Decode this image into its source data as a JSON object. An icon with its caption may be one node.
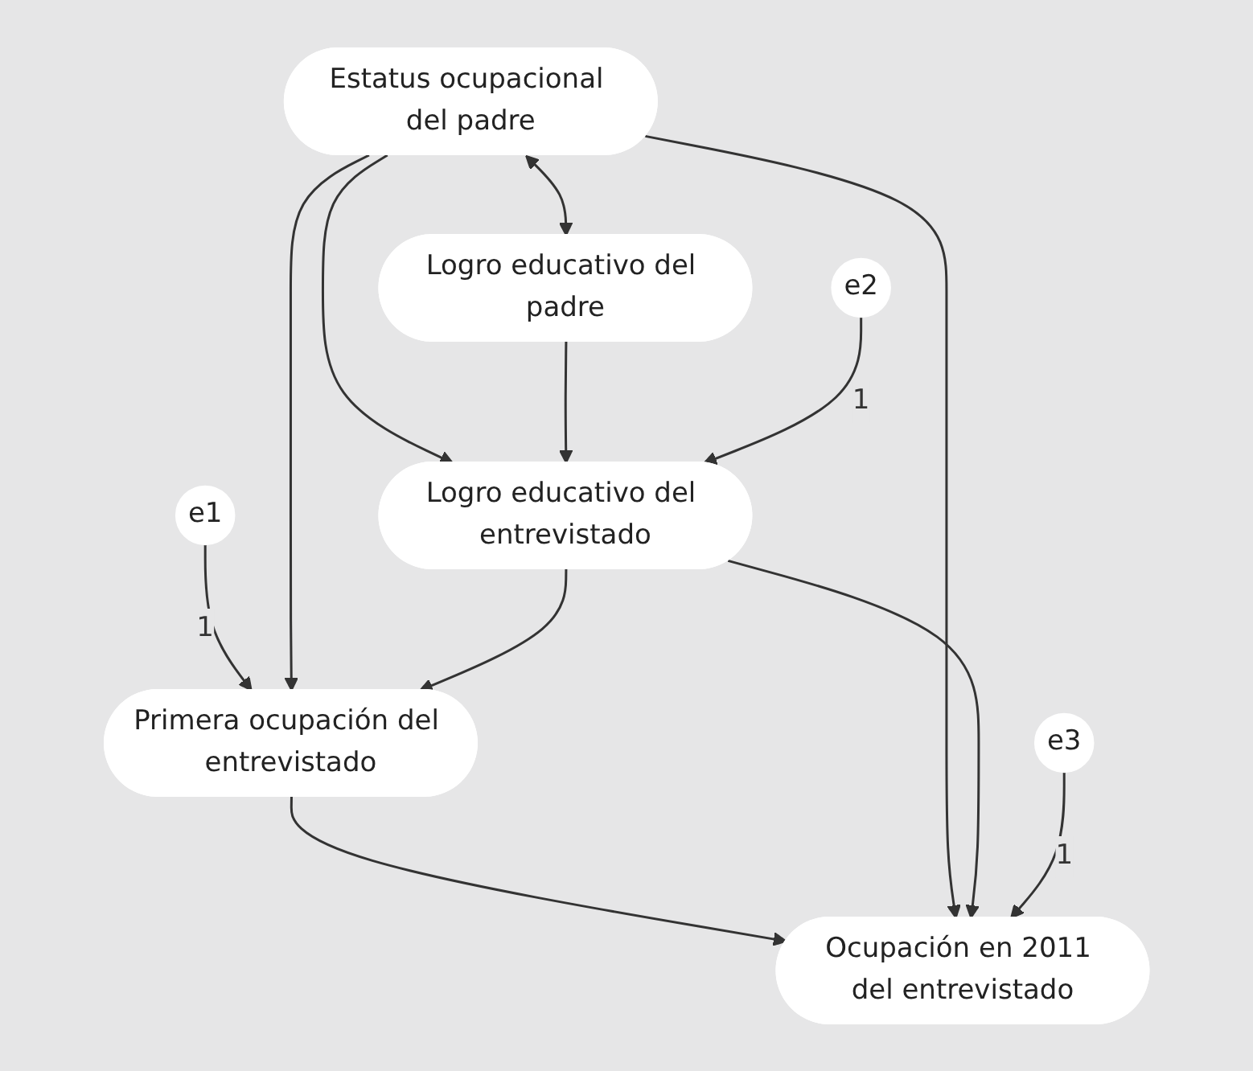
{
  "diagram": {
    "nodes": [
      {
        "text": [
          "e1"
        ]
      },
      {
        "text": [
          "Primera ocupación del entrevistado"
        ]
      },
      {
        "text": [
          "Estatus ocupacional del padre"
        ]
      },
      {
        "text": [
          "Ocupación en 2011 del entrevistado"
        ]
      },
      {
        "text": [
          "e3"
        ]
      },
      {
        "text": [
          "Logro educativo del padre"
        ]
      },
      {
        "text": [
          "Logro educativo del entrevistado"
        ]
      },
      {
        "text": [
          "e2"
        ]
      }
    ],
    "edges": [
      {
        "from": 0,
        "to": 1,
        "arrow": "to",
        "label": "1"
      },
      {
        "from": 2,
        "to": 1,
        "arrow": "to"
      },
      {
        "from": 1,
        "to": 3,
        "arrow": "to"
      },
      {
        "from": 2,
        "to": 3,
        "arrow": "to"
      },
      {
        "from": 2,
        "to": 6,
        "arrow": "to"
      },
      {
        "from": 2,
        "to": 5,
        "arrow": "both"
      },
      {
        "from": 5,
        "to": 6,
        "arrow": "to"
      },
      {
        "from": 6,
        "to": 1,
        "arrow": "to"
      },
      {
        "from": 6,
        "to": 3,
        "arrow": "to"
      },
      {
        "from": 4,
        "to": 3,
        "arrow": "to",
        "label": "1"
      },
      {
        "from": 7,
        "to": 6,
        "arrow": "to",
        "label": "1"
      }
    ]
  }
}
